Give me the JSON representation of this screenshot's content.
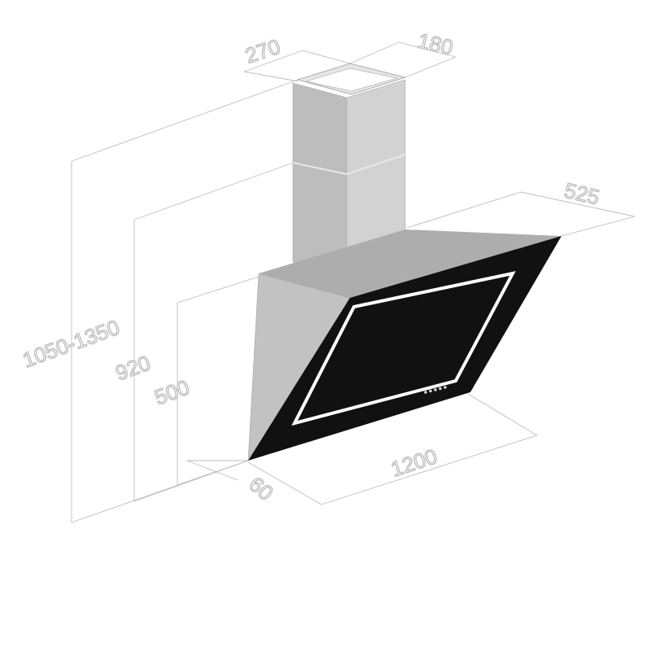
{
  "colors": {
    "dimension": "#bdbdbd",
    "chimney_light": "#d2d2d2",
    "chimney_dark": "#bdbdbd",
    "body_side": "#c2c2c2",
    "body_top": "#adadad",
    "glass": "#111111",
    "trim": "#ffffff",
    "buttons": "#d8d8d8"
  },
  "dimensions": {
    "chimney_width": "270",
    "chimney_depth": "180",
    "hood_depth": "525",
    "total_height": "1050-1350",
    "height_920": "920",
    "height_500": "500",
    "width": "1200",
    "bottom_depth": "60"
  },
  "control_buttons": 5
}
